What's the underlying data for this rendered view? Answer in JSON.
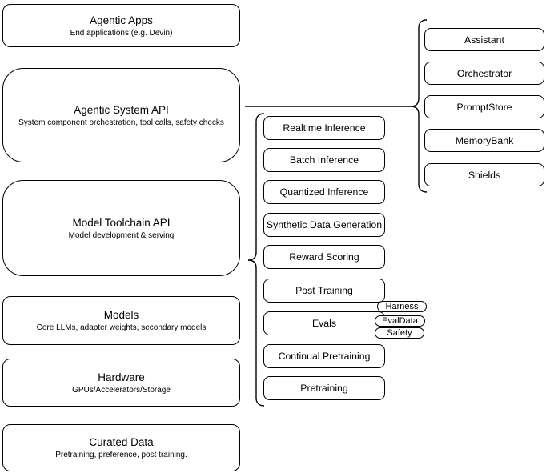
{
  "stack": [
    {
      "title": "Agentic Apps",
      "subtitle": "End applications (e.g. Devin)"
    },
    {
      "title": "Agentic System API",
      "subtitle": "System component orchestration, tool calls, safety checks"
    },
    {
      "title": "Model Toolchain API",
      "subtitle": "Model development & serving"
    },
    {
      "title": "Models",
      "subtitle": "Core LLMs, adapter weights, secondary models"
    },
    {
      "title": "Hardware",
      "subtitle": "GPUs/Accelerators/Storage"
    },
    {
      "title": "Curated Data",
      "subtitle": "Pretraining, preference, post training."
    }
  ],
  "toolchain": {
    "items": [
      "Realtime Inference",
      "Batch Inference",
      "Quantized Inference",
      "Synthetic Data Generation",
      "Reward Scoring",
      "Post Training",
      "Evals",
      "Continual Pretraining",
      "Pretraining"
    ]
  },
  "eval_tags": [
    "Harness",
    "EvalData",
    "Safety"
  ],
  "components": [
    "Assistant",
    "Orchestrator",
    "PromptStore",
    "MemoryBank",
    "Shields"
  ],
  "colors": {
    "stroke": "#000000",
    "fill": "#ffffff",
    "canvas": "#ffffff"
  }
}
